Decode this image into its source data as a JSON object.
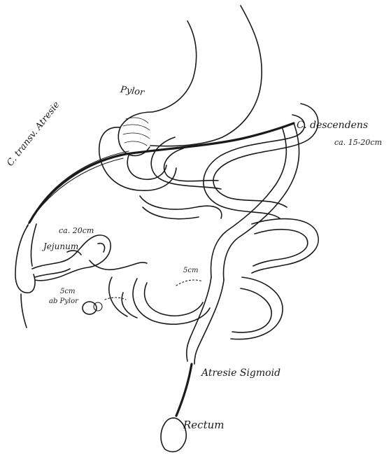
{
  "labels": {
    "pylorus": "Pylor",
    "colon_transversum": "C. transv. Atresie",
    "colon_descendens": "C. descendens",
    "colon_descendens_length": "ca. 15-20cm",
    "jejunum_length": "ca. 20cm",
    "jejunum": "Jejunum",
    "distance_5cm_upper": "5cm",
    "distance_5cm_lower": "5cm",
    "distance_from_pylorus": "ab Pylor",
    "atresia_sigmoid": "Atresie Sigmoid",
    "rectum": "Rectum"
  }
}
